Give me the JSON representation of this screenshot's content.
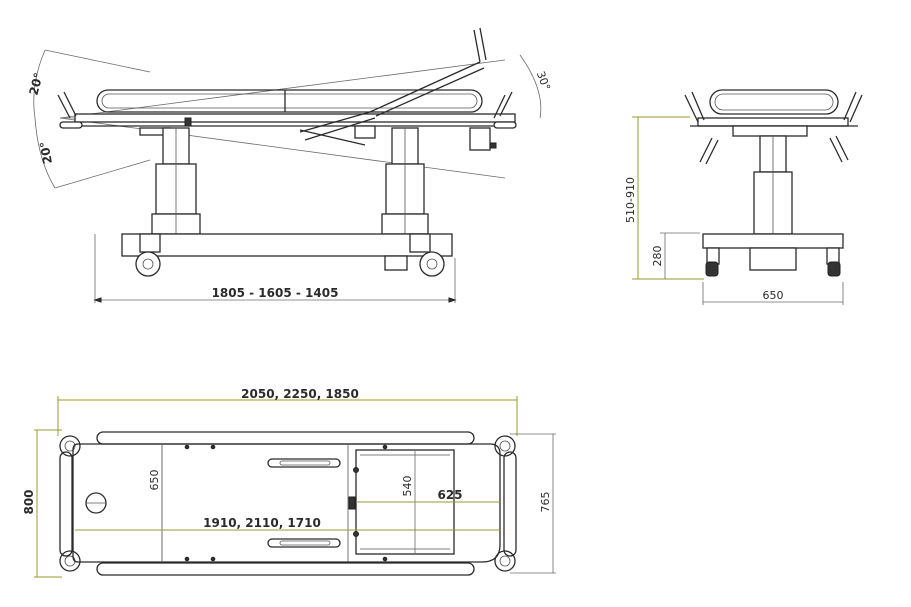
{
  "side_view": {
    "angle_top_left": "20°",
    "angle_bottom_left": "20°",
    "angle_right": "30°",
    "length_dim": "1805 - 1605 - 1405"
  },
  "end_view": {
    "height_range_dim": "510-910",
    "base_height_dim": "280",
    "width_dim": "650"
  },
  "top_view": {
    "overall_length_dim": "2050, 2250, 1850",
    "overall_width_dim": "800",
    "inner_width_dim": "765",
    "mattress_width_dim": "650",
    "mattress_length_dim": "1910, 2110, 1710",
    "panel_width_dim": "540",
    "panel_length_dim": "625"
  },
  "colors": {
    "line": "#2b2b2b",
    "dimension": "#6b6b6b",
    "accent": "#9a9a2a"
  }
}
